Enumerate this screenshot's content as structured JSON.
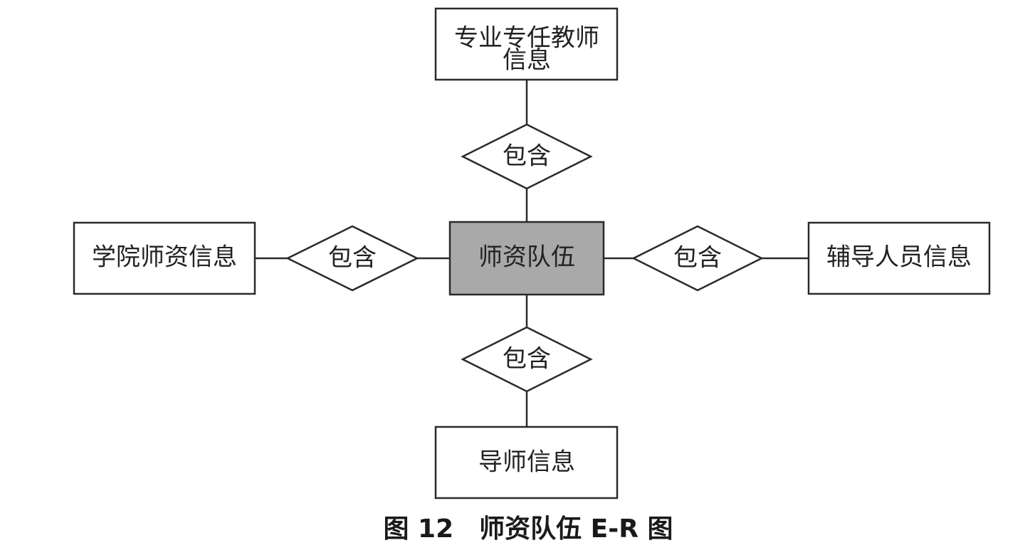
{
  "diagram": {
    "central_entity": "师资队伍",
    "entities": {
      "top_line1": "专业专任教师",
      "top_line2": "信息",
      "left": "学院师资信息",
      "right": "辅导人员信息",
      "bottom": "导师信息"
    },
    "relations": {
      "top": "包含",
      "left": "包含",
      "right": "包含",
      "bottom": "包含"
    },
    "caption": "图 12　师资队伍 E-R 图"
  },
  "colors": {
    "central_fill": "#a9a9a9",
    "stroke": "#2a2a2a",
    "box_fill": "#ffffff"
  }
}
